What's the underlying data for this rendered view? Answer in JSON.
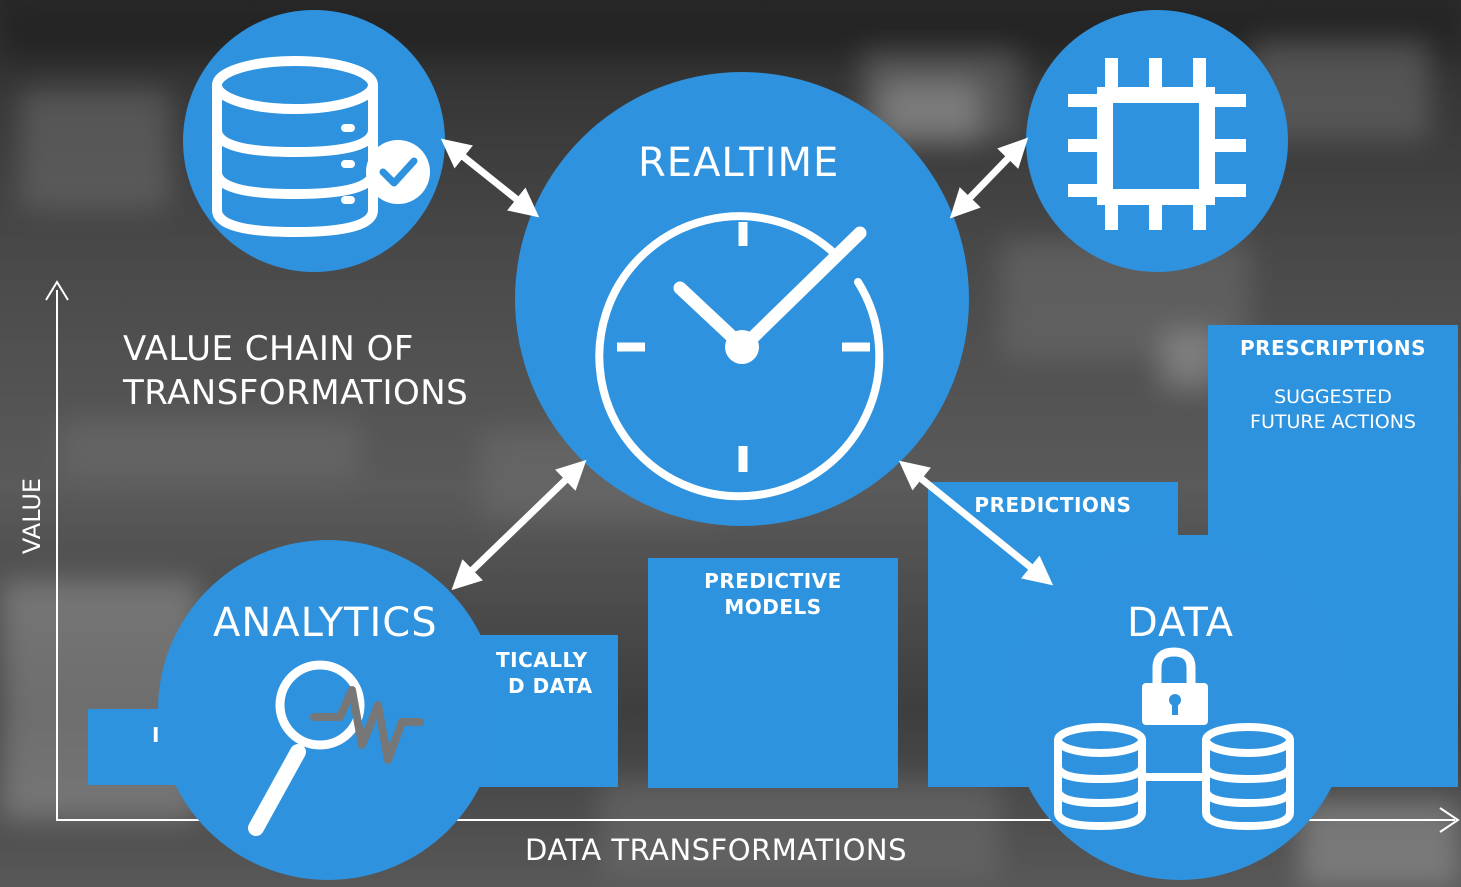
{
  "bars": {
    "partial_left": "I",
    "statistically_data_line1": "TICALLY",
    "statistically_data_line2": "D DATA",
    "predictive_models_line1": "PREDICTIVE",
    "predictive_models_line2": "MODELS",
    "predictions": "PREDICTIONS",
    "prescriptions_title": "PRESCRIPTIONS",
    "prescriptions_sub_line1": "SUGGESTED",
    "prescriptions_sub_line2": "FUTURE ACTIONS"
  },
  "circles": {
    "realtime": "REALTIME",
    "analytics": "ANALYTICS",
    "data": "DATA"
  },
  "title": {
    "line1": "VALUE CHAIN OF",
    "line2": "TRANSFORMATIONS"
  },
  "axes": {
    "y_label": "VALUE",
    "x_label": "DATA TRANSFORMATIONS"
  },
  "icons": [
    "database-check-icon",
    "cpu-chip-icon",
    "clock-icon",
    "magnifier-pulse-icon",
    "lock-icon",
    "database-pair-icon"
  ],
  "colors": {
    "accent": "#2e92de",
    "text": "#ffffff"
  }
}
